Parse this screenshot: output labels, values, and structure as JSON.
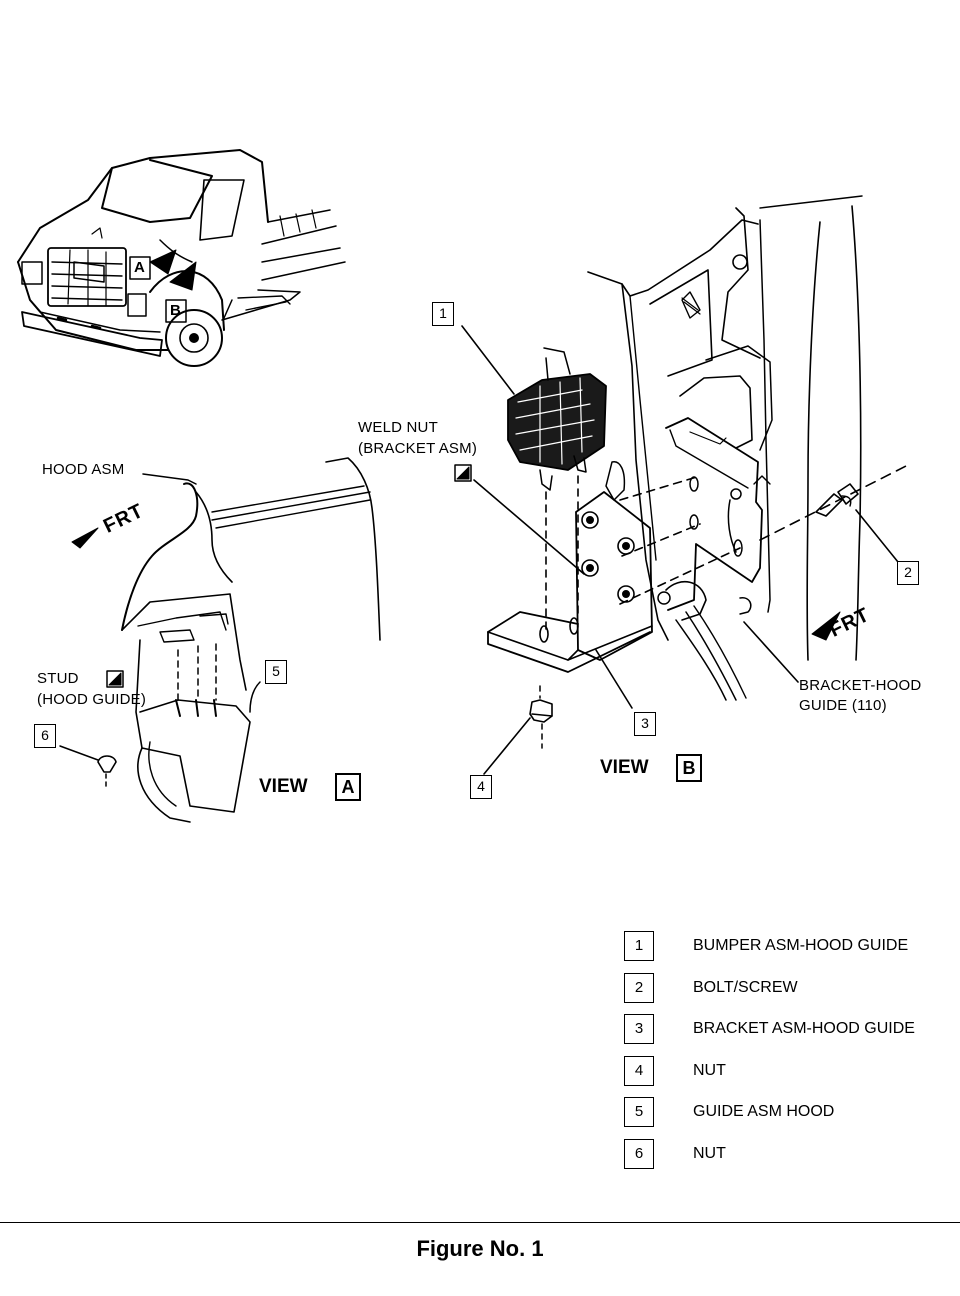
{
  "overview_callouts": {
    "a": "A",
    "b": "B"
  },
  "view_a": {
    "hood_asm_label": "HOOD ASM",
    "frt_label": "FRT",
    "stud_label": "STUD",
    "stud_sub_label": "(HOOD GUIDE)",
    "view_word": "VIEW",
    "view_letter": "A",
    "callouts": [
      "5",
      "6"
    ]
  },
  "view_b": {
    "weld_nut_label": "WELD NUT",
    "weld_nut_sub_label": "(BRACKET ASM)",
    "bracket_label": "BRACKET-HOOD",
    "bracket_sub_label": "GUIDE (110)",
    "frt_label": "FRT",
    "view_word": "VIEW",
    "view_letter": "B",
    "callouts": [
      "1",
      "2",
      "3",
      "4"
    ]
  },
  "legend": [
    {
      "num": "1",
      "text": "BUMPER ASM-HOOD GUIDE"
    },
    {
      "num": "2",
      "text": "BOLT/SCREW"
    },
    {
      "num": "3",
      "text": "BRACKET ASM-HOOD GUIDE"
    },
    {
      "num": "4",
      "text": "NUT"
    },
    {
      "num": "5",
      "text": "GUIDE ASM HOOD"
    },
    {
      "num": "6",
      "text": "NUT"
    }
  ],
  "caption": "Figure No. 1"
}
